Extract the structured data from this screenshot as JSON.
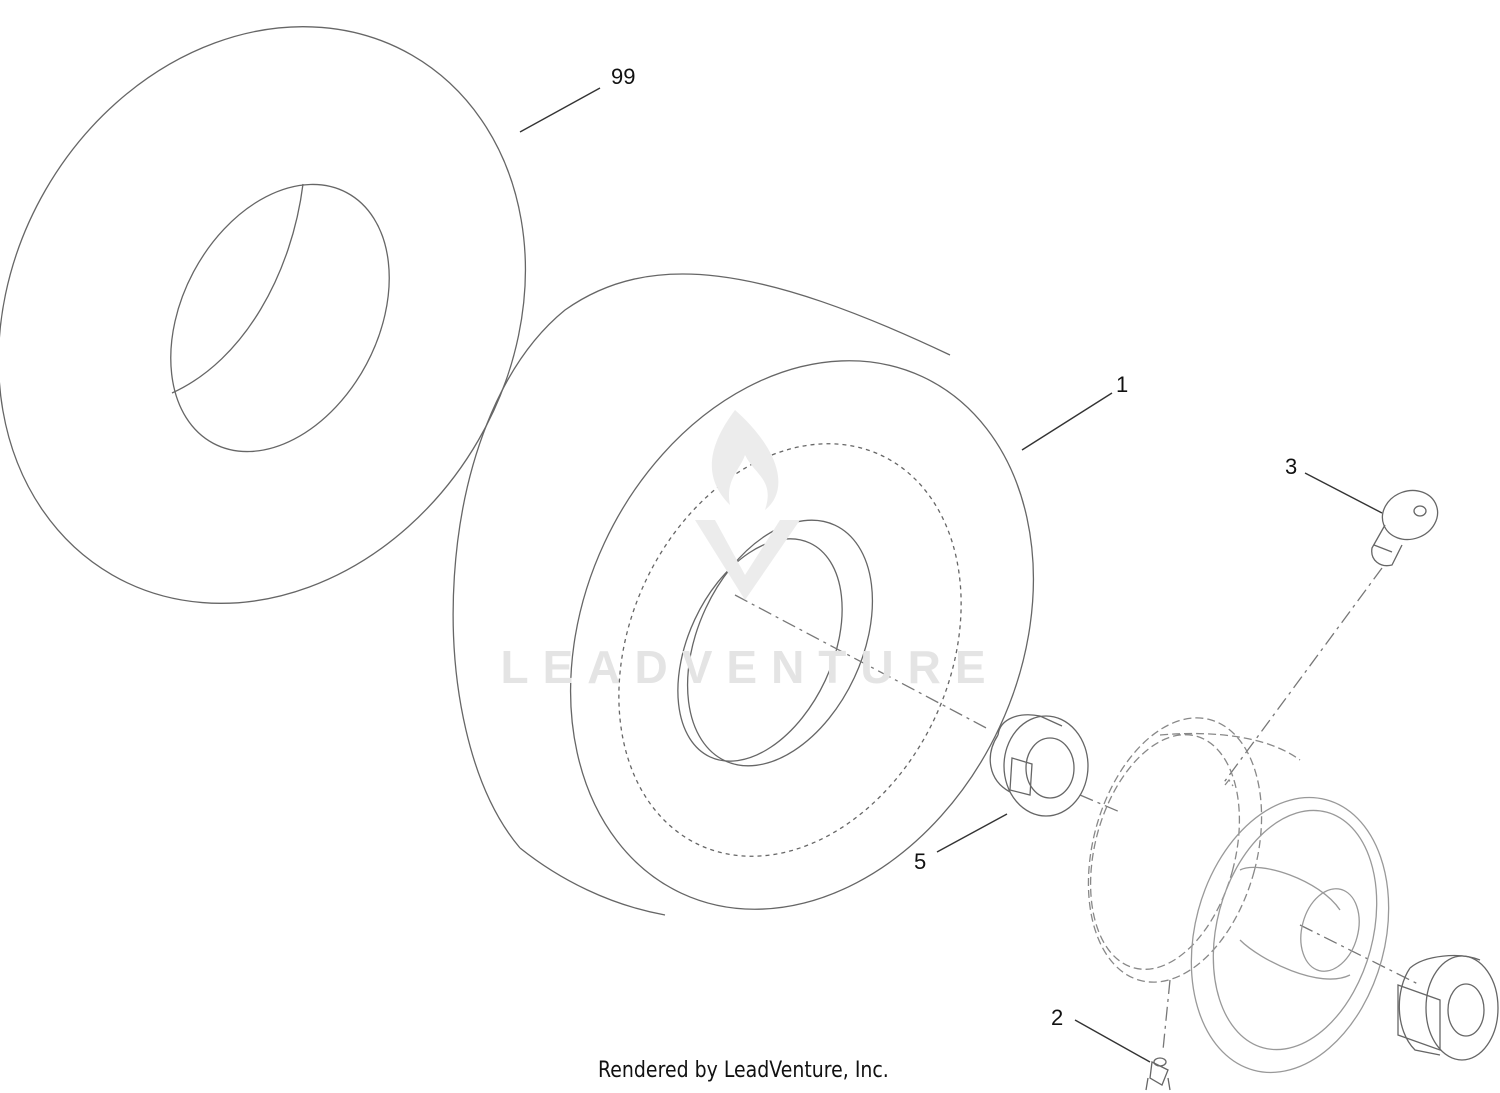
{
  "diagram": {
    "callouts": {
      "tube": "99",
      "wheel_tire": "1",
      "bolt": "3",
      "spacer": "5",
      "grease_fitting": "2"
    },
    "footer": "Rendered by LeadVenture, Inc.",
    "watermark": "LEADVENTURE",
    "colors": {
      "line": "#555555",
      "watermark": "#e4e4e4",
      "text": "#111111"
    }
  }
}
